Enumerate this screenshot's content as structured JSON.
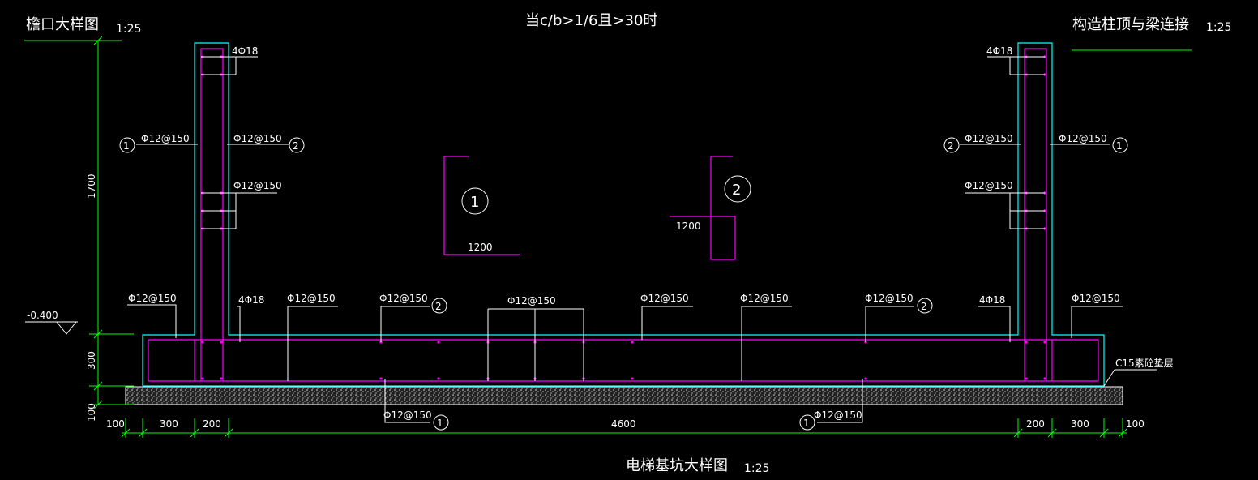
{
  "titles": {
    "top_left": "檐口大样图",
    "top_left_scale": "1:25",
    "top_center": "当c/b>1/6且>30时",
    "top_right": "构造柱顶与梁连接",
    "top_right_scale": "1:25",
    "bottom": "电梯基坑大样图",
    "bottom_scale": "1:25"
  },
  "elevation": "-0.400",
  "dims_vertical": {
    "wall": "1700",
    "slab": "300",
    "cushion": "100"
  },
  "dims_horizontal": {
    "d100a": "100",
    "d300a": "300",
    "d200a": "200",
    "d4600": "4600",
    "d200b": "200",
    "d300b": "300",
    "d100b": "100"
  },
  "rebar": {
    "main": "4Φ18",
    "main_small": "4Φ18",
    "dist": "Φ12@150"
  },
  "markers": {
    "one": "1",
    "two": "2"
  },
  "detail_len": "1200",
  "cushion_label": "C15素砼垫层",
  "colors": {
    "wall_outline": "#00ffff",
    "rebar": "#ff00ff",
    "dim": "#00ff00",
    "text": "#ffffff",
    "leader": "#ffffff"
  }
}
